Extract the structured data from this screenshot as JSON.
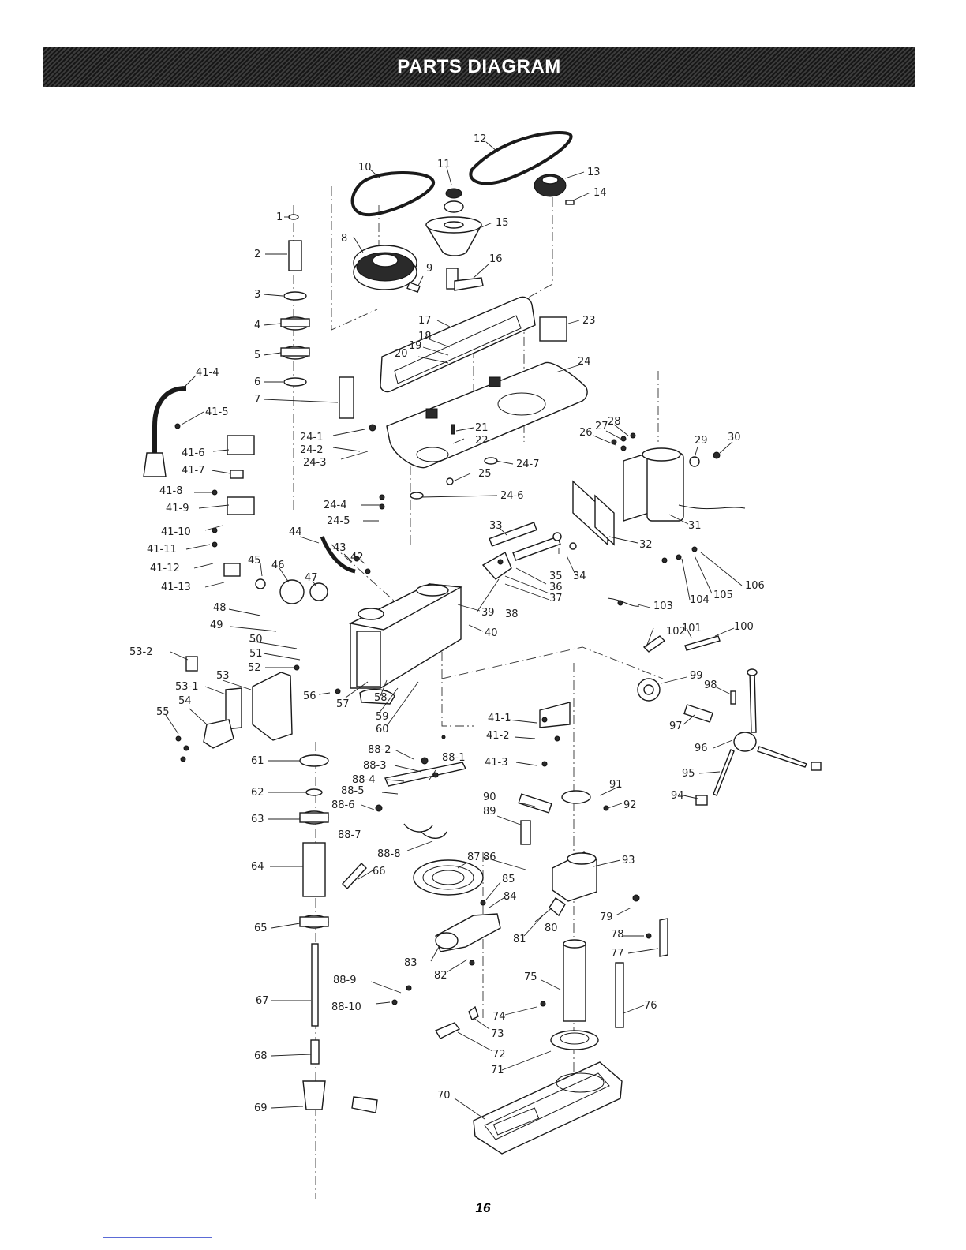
{
  "header": {
    "title": "PARTS DIAGRAM"
  },
  "page_number": "16",
  "colors": {
    "header_bg": "#1f1f1f",
    "header_text": "#ffffff",
    "line": "#1a1a1a",
    "footer_rule": "#5b6bd6"
  },
  "callouts": [
    "1",
    "2",
    "3",
    "4",
    "5",
    "6",
    "7",
    "8",
    "9",
    "10",
    "11",
    "12",
    "13",
    "14",
    "15",
    "16",
    "17",
    "18",
    "19",
    "20",
    "21",
    "22",
    "23",
    "24",
    "24-1",
    "24-2",
    "24-3",
    "24-4",
    "24-5",
    "24-6",
    "24-7",
    "25",
    "26",
    "27",
    "28",
    "29",
    "30",
    "31",
    "32",
    "33",
    "34",
    "35",
    "36",
    "37",
    "38",
    "39",
    "40",
    "41-1",
    "41-2",
    "41-3",
    "41-4",
    "41-5",
    "41-6",
    "41-7",
    "41-8",
    "41-9",
    "41-10",
    "41-11",
    "41-12",
    "41-13",
    "42",
    "43",
    "44",
    "45",
    "46",
    "47",
    "48",
    "49",
    "50",
    "51",
    "52",
    "53",
    "53-1",
    "53-2",
    "54",
    "55",
    "56",
    "57",
    "58",
    "59",
    "60",
    "61",
    "62",
    "63",
    "64",
    "65",
    "66",
    "67",
    "68",
    "69",
    "70",
    "71",
    "72",
    "73",
    "74",
    "75",
    "76",
    "77",
    "78",
    "79",
    "80",
    "81",
    "82",
    "83",
    "84",
    "85",
    "86",
    "87",
    "88-1",
    "88-2",
    "88-3",
    "88-4",
    "88-5",
    "88-6",
    "88-7",
    "88-8",
    "88-9",
    "88-10",
    "89",
    "90",
    "91",
    "92",
    "93",
    "94",
    "95",
    "96",
    "97",
    "98",
    "99",
    "100",
    "101",
    "102",
    "103",
    "104",
    "105",
    "106"
  ]
}
